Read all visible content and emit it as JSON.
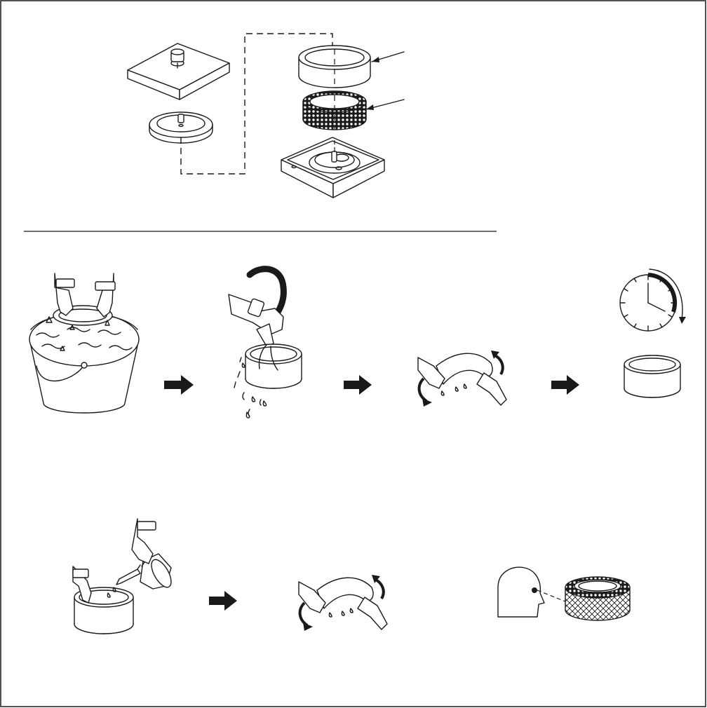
{
  "diagram": {
    "kind": "air-filter-service-instructions",
    "has_text": false,
    "colors": {
      "ink": "#1a1a1a",
      "paper": "#ffffff"
    },
    "sections": [
      {
        "id": "exploded-view",
        "parts": [
          "filter-cover",
          "wing-nut",
          "cover-gasket",
          "outer-foam-element",
          "paper-element",
          "filter-base"
        ],
        "callout_leaders": 2
      },
      {
        "id": "cleaning-steps",
        "steps": [
          "wash-in-soapy-water",
          "rinse-with-water",
          "squeeze-dry",
          "let-dry-time"
        ],
        "arrows": 3
      },
      {
        "id": "oiling-steps",
        "steps": [
          "apply-oil",
          "squeeze-excess-oil",
          "inspect-paper-element"
        ],
        "arrows": 1
      }
    ]
  }
}
